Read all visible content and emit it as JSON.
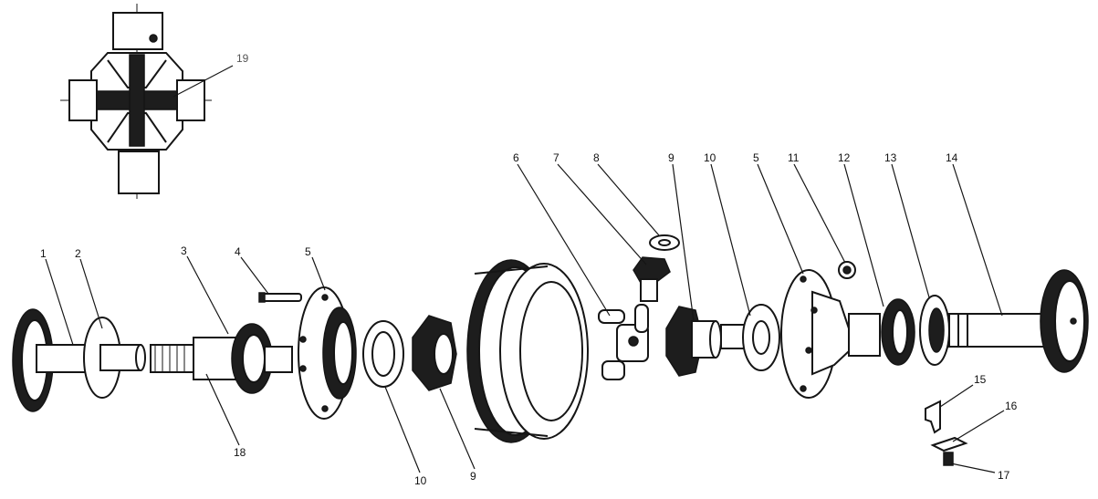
{
  "colors": {
    "ink": "#151515",
    "background": "#ffffff",
    "inset_label": "#555555"
  },
  "callouts": [
    {
      "id": "c1",
      "text": "1"
    },
    {
      "id": "c2",
      "text": "2"
    },
    {
      "id": "c3",
      "text": "3"
    },
    {
      "id": "c4",
      "text": "4"
    },
    {
      "id": "c5a",
      "text": "5"
    },
    {
      "id": "c6",
      "text": "6"
    },
    {
      "id": "c7",
      "text": "7"
    },
    {
      "id": "c8",
      "text": "8"
    },
    {
      "id": "c9a",
      "text": "9"
    },
    {
      "id": "c10a",
      "text": "10"
    },
    {
      "id": "c5b",
      "text": "5"
    },
    {
      "id": "c11",
      "text": "11"
    },
    {
      "id": "c12",
      "text": "12"
    },
    {
      "id": "c13",
      "text": "13"
    },
    {
      "id": "c14",
      "text": "14"
    },
    {
      "id": "c15",
      "text": "15"
    },
    {
      "id": "c16",
      "text": "16"
    },
    {
      "id": "c17",
      "text": "17"
    },
    {
      "id": "c18",
      "text": "18"
    },
    {
      "id": "c10b",
      "text": "10"
    },
    {
      "id": "c9b",
      "text": "9"
    },
    {
      "id": "c19",
      "text": "19"
    }
  ]
}
